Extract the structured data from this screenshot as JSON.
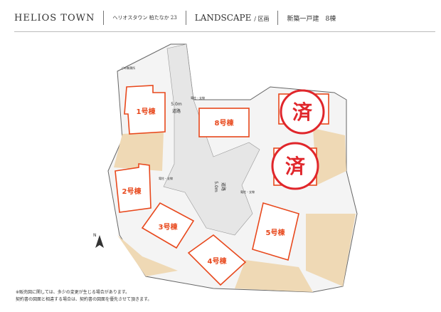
{
  "header": {
    "brand": "HELIOS TOWN",
    "project": "ヘリオスタウン 柏たなか 23",
    "section": "LANDSCAPE",
    "section_sub": "/ 区画",
    "title": "新築一戸建　8棟"
  },
  "plan": {
    "roads": [
      {
        "width": "5.0m",
        "label": "道路"
      },
      {
        "width": "5.0m",
        "label": "道路"
      }
    ],
    "labels": {
      "garbage": "ごみ集積所",
      "pole": "電柱・支線"
    },
    "lots": [
      {
        "name": "1号棟",
        "sold": false
      },
      {
        "name": "2号棟",
        "sold": false
      },
      {
        "name": "3号棟",
        "sold": false
      },
      {
        "name": "4号棟",
        "sold": false
      },
      {
        "name": "5号棟",
        "sold": false
      },
      {
        "name": "8号棟",
        "sold": false
      }
    ],
    "sold_mark": "済",
    "north": "N",
    "colors": {
      "outline": "#e8481c",
      "sold": "#e0262b",
      "road": "#e6e6e6",
      "garden": "#efd9b5"
    }
  },
  "notes": [
    "※販売図に関しては、多少の変更が生じる場合があります。",
    "契約書の図面と相違する場合は、契約書の図面を優先させて頂きます。"
  ]
}
